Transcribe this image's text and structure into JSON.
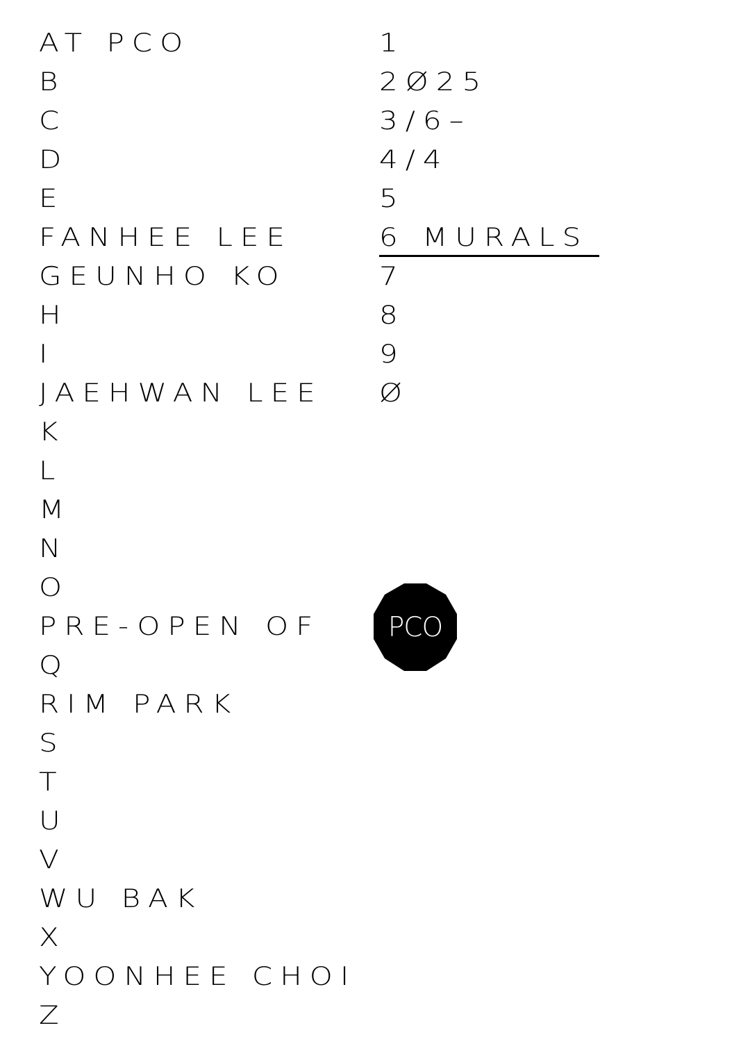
{
  "poster": {
    "rows": [
      {
        "left": "AT PCO",
        "right": "1"
      },
      {
        "left": "B",
        "right": "2Ø25"
      },
      {
        "left": "C",
        "right": "3/6–"
      },
      {
        "left": "D",
        "right": "4/4"
      },
      {
        "left": "E",
        "right": "5"
      },
      {
        "left": "FANHEE LEE",
        "right": "6 MURALS"
      },
      {
        "left": "GEUNHO KO",
        "right": "7"
      },
      {
        "left": "H",
        "right": "8"
      },
      {
        "left": "I",
        "right": "9"
      },
      {
        "left": "JAEHWAN LEE",
        "right": "Ø"
      },
      {
        "left": "K",
        "right": ""
      },
      {
        "left": "L",
        "right": ""
      },
      {
        "left": "M",
        "right": ""
      },
      {
        "left": "N",
        "right": ""
      },
      {
        "left": "O",
        "right": ""
      },
      {
        "left": "PRE-OPEN OF",
        "right": ""
      },
      {
        "left": "Q",
        "right": ""
      },
      {
        "left": "RIM PARK",
        "right": ""
      },
      {
        "left": "S",
        "right": ""
      },
      {
        "left": "T",
        "right": ""
      },
      {
        "left": "U",
        "right": ""
      },
      {
        "left": "V",
        "right": ""
      },
      {
        "left": "WU BAK",
        "right": ""
      },
      {
        "left": "X",
        "right": ""
      },
      {
        "left": "YOONHEE CHOI",
        "right": ""
      },
      {
        "left": "Z",
        "right": ""
      }
    ],
    "logo": {
      "text": "PCO",
      "shape": "dodecagon",
      "fill": "#000000",
      "text_color": "#ffffff"
    },
    "colors": {
      "background": "#ffffff",
      "ink": "#000000"
    }
  }
}
